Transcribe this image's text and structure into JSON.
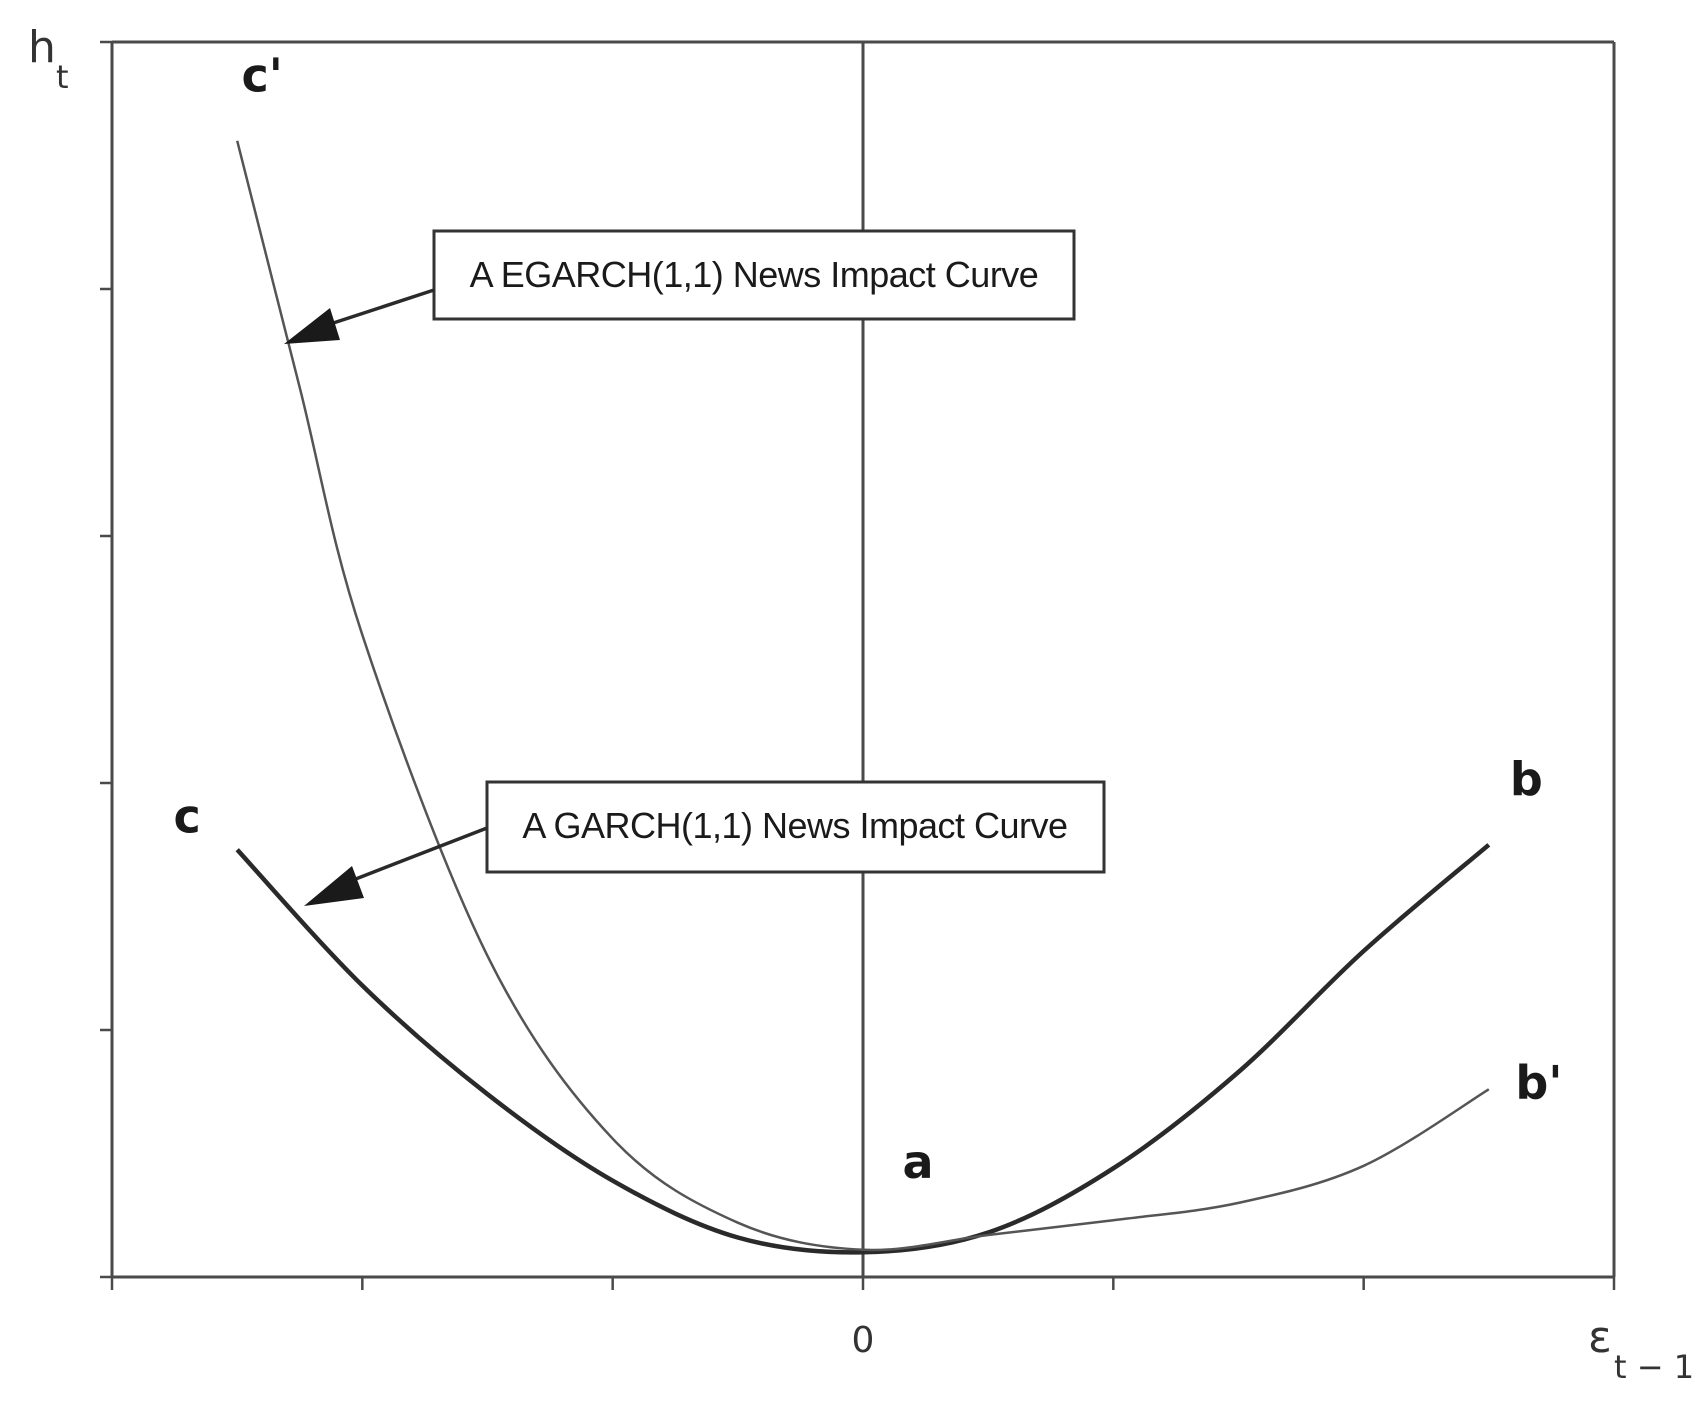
{
  "chart_data": {
    "type": "line",
    "title": "",
    "xlabel": "ε",
    "xlabel_subscript": "t − 1",
    "ylabel": "h",
    "ylabel_subscript": "t",
    "xlim": [
      -3,
      3
    ],
    "ylim": [
      0,
      5
    ],
    "x_tick_positions": [
      -3,
      -2,
      -1,
      0,
      1,
      2,
      3
    ],
    "y_tick_positions": [
      0,
      1,
      2,
      3,
      4,
      5
    ],
    "x_tick_labels": [
      "0"
    ],
    "series": [
      {
        "name": "A GARCH(1,1) News Impact Curve",
        "x": [
          -2.5,
          -2.0,
          -1.5,
          -1.0,
          -0.5,
          0,
          0.5,
          1.0,
          1.5,
          2.0,
          2.5
        ],
        "y": [
          1.73,
          1.18,
          0.74,
          0.39,
          0.16,
          0.1,
          0.18,
          0.44,
          0.83,
          1.32,
          1.75
        ]
      },
      {
        "name": "A EGARCH(1,1) News Impact Curve",
        "x": [
          -2.5,
          -2.25,
          -2.0,
          -1.5,
          -1.0,
          -0.5,
          0,
          0.5,
          1.0,
          1.5,
          2.0,
          2.5
        ],
        "y": [
          4.6,
          3.6,
          2.6,
          1.3,
          0.56,
          0.22,
          0.11,
          0.17,
          0.23,
          0.3,
          0.45,
          0.76
        ]
      }
    ],
    "point_labels": [
      {
        "text": "a",
        "x": 0.22,
        "y": 0.4
      },
      {
        "text": "b",
        "x": 2.65,
        "y": 1.95
      },
      {
        "text": "b'",
        "x": 2.7,
        "y": 0.72
      },
      {
        "text": "c",
        "x": -2.7,
        "y": 1.8
      },
      {
        "text": "c'",
        "x": -2.4,
        "y": 4.8
      }
    ],
    "annotations": [
      {
        "text": "A EGARCH(1,1) News Impact Curve",
        "points_to": "A EGARCH(1,1) News Impact Curve"
      },
      {
        "text": "A GARCH(1,1) News Impact Curve",
        "points_to": "A GARCH(1,1) News Impact Curve"
      }
    ],
    "grid": false
  }
}
